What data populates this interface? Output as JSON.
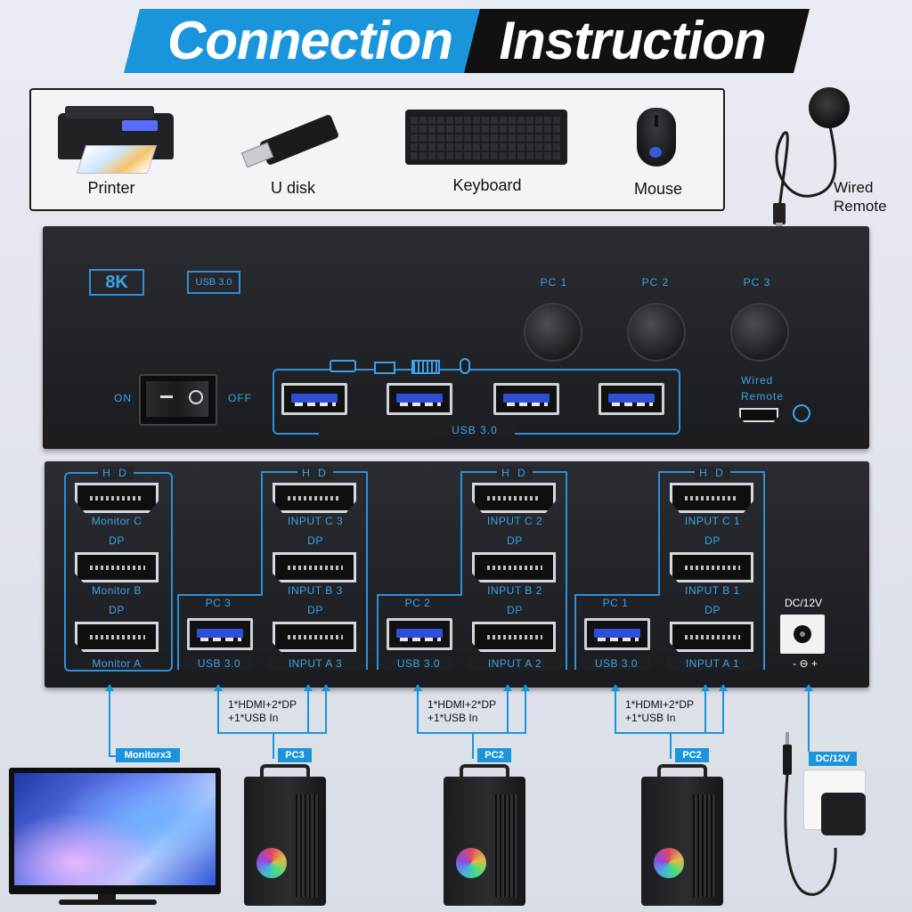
{
  "title": {
    "part1": "Connection",
    "part2": "Instruction"
  },
  "peripherals": [
    {
      "label": "Printer",
      "icon": "printer-icon"
    },
    {
      "label": "U disk",
      "icon": "usb-drive-icon"
    },
    {
      "label": "Keyboard",
      "icon": "keyboard-icon"
    },
    {
      "label": "Mouse",
      "icon": "mouse-icon"
    }
  ],
  "wired_remote": {
    "label_line1": "Wired",
    "label_line2": "Remote"
  },
  "front_panel": {
    "badge_8k": "8K",
    "badge_usb": "USB 3.0",
    "pc_buttons": [
      "PC 1",
      "PC 2",
      "PC 3"
    ],
    "power_on": "ON",
    "power_off": "OFF",
    "usb_group_label": "USB 3.0",
    "remote_label_1": "Wired",
    "remote_label_2": "Remote"
  },
  "rear_panel": {
    "monitor_group": {
      "hd": "H D",
      "monitor_c": "Monitor C",
      "dp_b": "DP",
      "monitor_b": "Monitor B",
      "dp_a": "DP",
      "monitor_a": "Monitor A"
    },
    "pc_groups": [
      {
        "pc": "PC 3",
        "usb": "USB 3.0",
        "hd": "H D",
        "input_c": "INPUT C 3",
        "dp_b": "DP",
        "input_b": "INPUT B 3",
        "dp_a": "DP",
        "input_a": "INPUT A 3"
      },
      {
        "pc": "PC 2",
        "usb": "USB 3.0",
        "hd": "H D",
        "input_c": "INPUT C 2",
        "dp_b": "DP",
        "input_b": "INPUT B 2",
        "dp_a": "DP",
        "input_a": "INPUT A 2"
      },
      {
        "pc": "PC 1",
        "usb": "USB 3.0",
        "hd": "H D",
        "input_c": "INPUT C 1",
        "dp_b": "DP",
        "input_b": "INPUT B 1",
        "dp_a": "DP",
        "input_a": "INPUT A 1"
      }
    ],
    "dc_label": "DC/12V",
    "dc_polarity": "- ⊖ +"
  },
  "connections": {
    "monitor_tag": "Monitorx3",
    "wire_line1": "1*HDMI+2*DP",
    "wire_line2": "+1*USB In",
    "pc_tags": [
      "PC3",
      "PC2",
      "PC2"
    ],
    "dc_tag": "DC/12V"
  },
  "colors": {
    "accent": "#1a95dc",
    "panel": "#1f2024",
    "port_label": "#3aa3ea"
  }
}
